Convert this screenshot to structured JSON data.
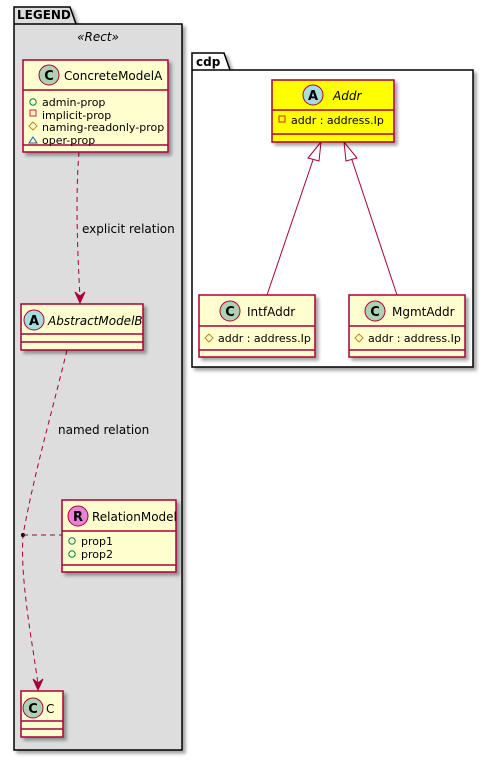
{
  "legend": {
    "tab": "LEGEND",
    "stereotype": "«Rect»",
    "concrete_a": {
      "name": "ConcreteModelA",
      "badge": "C",
      "props": [
        {
          "vis": "public",
          "text": "admin-prop"
        },
        {
          "vis": "private",
          "text": "implicit-prop"
        },
        {
          "vis": "protected",
          "text": "naming-readonly-prop"
        },
        {
          "vis": "package",
          "text": "oper-prop"
        }
      ]
    },
    "edge_explicit": "explicit relation",
    "abstract_b": {
      "name": "AbstractModelB",
      "badge": "A"
    },
    "edge_named": "named relation",
    "relation_model": {
      "name": "RelationModel",
      "badge": "R",
      "props": [
        {
          "vis": "public",
          "text": "prop1"
        },
        {
          "vis": "public",
          "text": "prop2"
        }
      ]
    },
    "class_c": {
      "name": "C",
      "badge": "C"
    }
  },
  "cdp": {
    "tab": "cdp",
    "addr": {
      "name": "Addr",
      "badge": "A",
      "attrs": [
        {
          "vis": "private",
          "text": "addr : address.Ip"
        }
      ]
    },
    "intf": {
      "name": "IntfAddr",
      "badge": "C",
      "attrs": [
        {
          "vis": "protected",
          "text": "addr : address.Ip"
        }
      ]
    },
    "mgmt": {
      "name": "MgmtAddr",
      "badge": "C",
      "attrs": [
        {
          "vis": "protected",
          "text": "addr : address.Ip"
        }
      ]
    }
  },
  "colors": {
    "class_fill": "#fefece",
    "class_border": "#a80036",
    "highlight_fill": "#ffff00",
    "legend_bg": "#dddddd",
    "badge_class": "#add1b2",
    "badge_abstract": "#a9dcdf",
    "badge_relation": "#eb82d6",
    "edge": "#a80036"
  }
}
